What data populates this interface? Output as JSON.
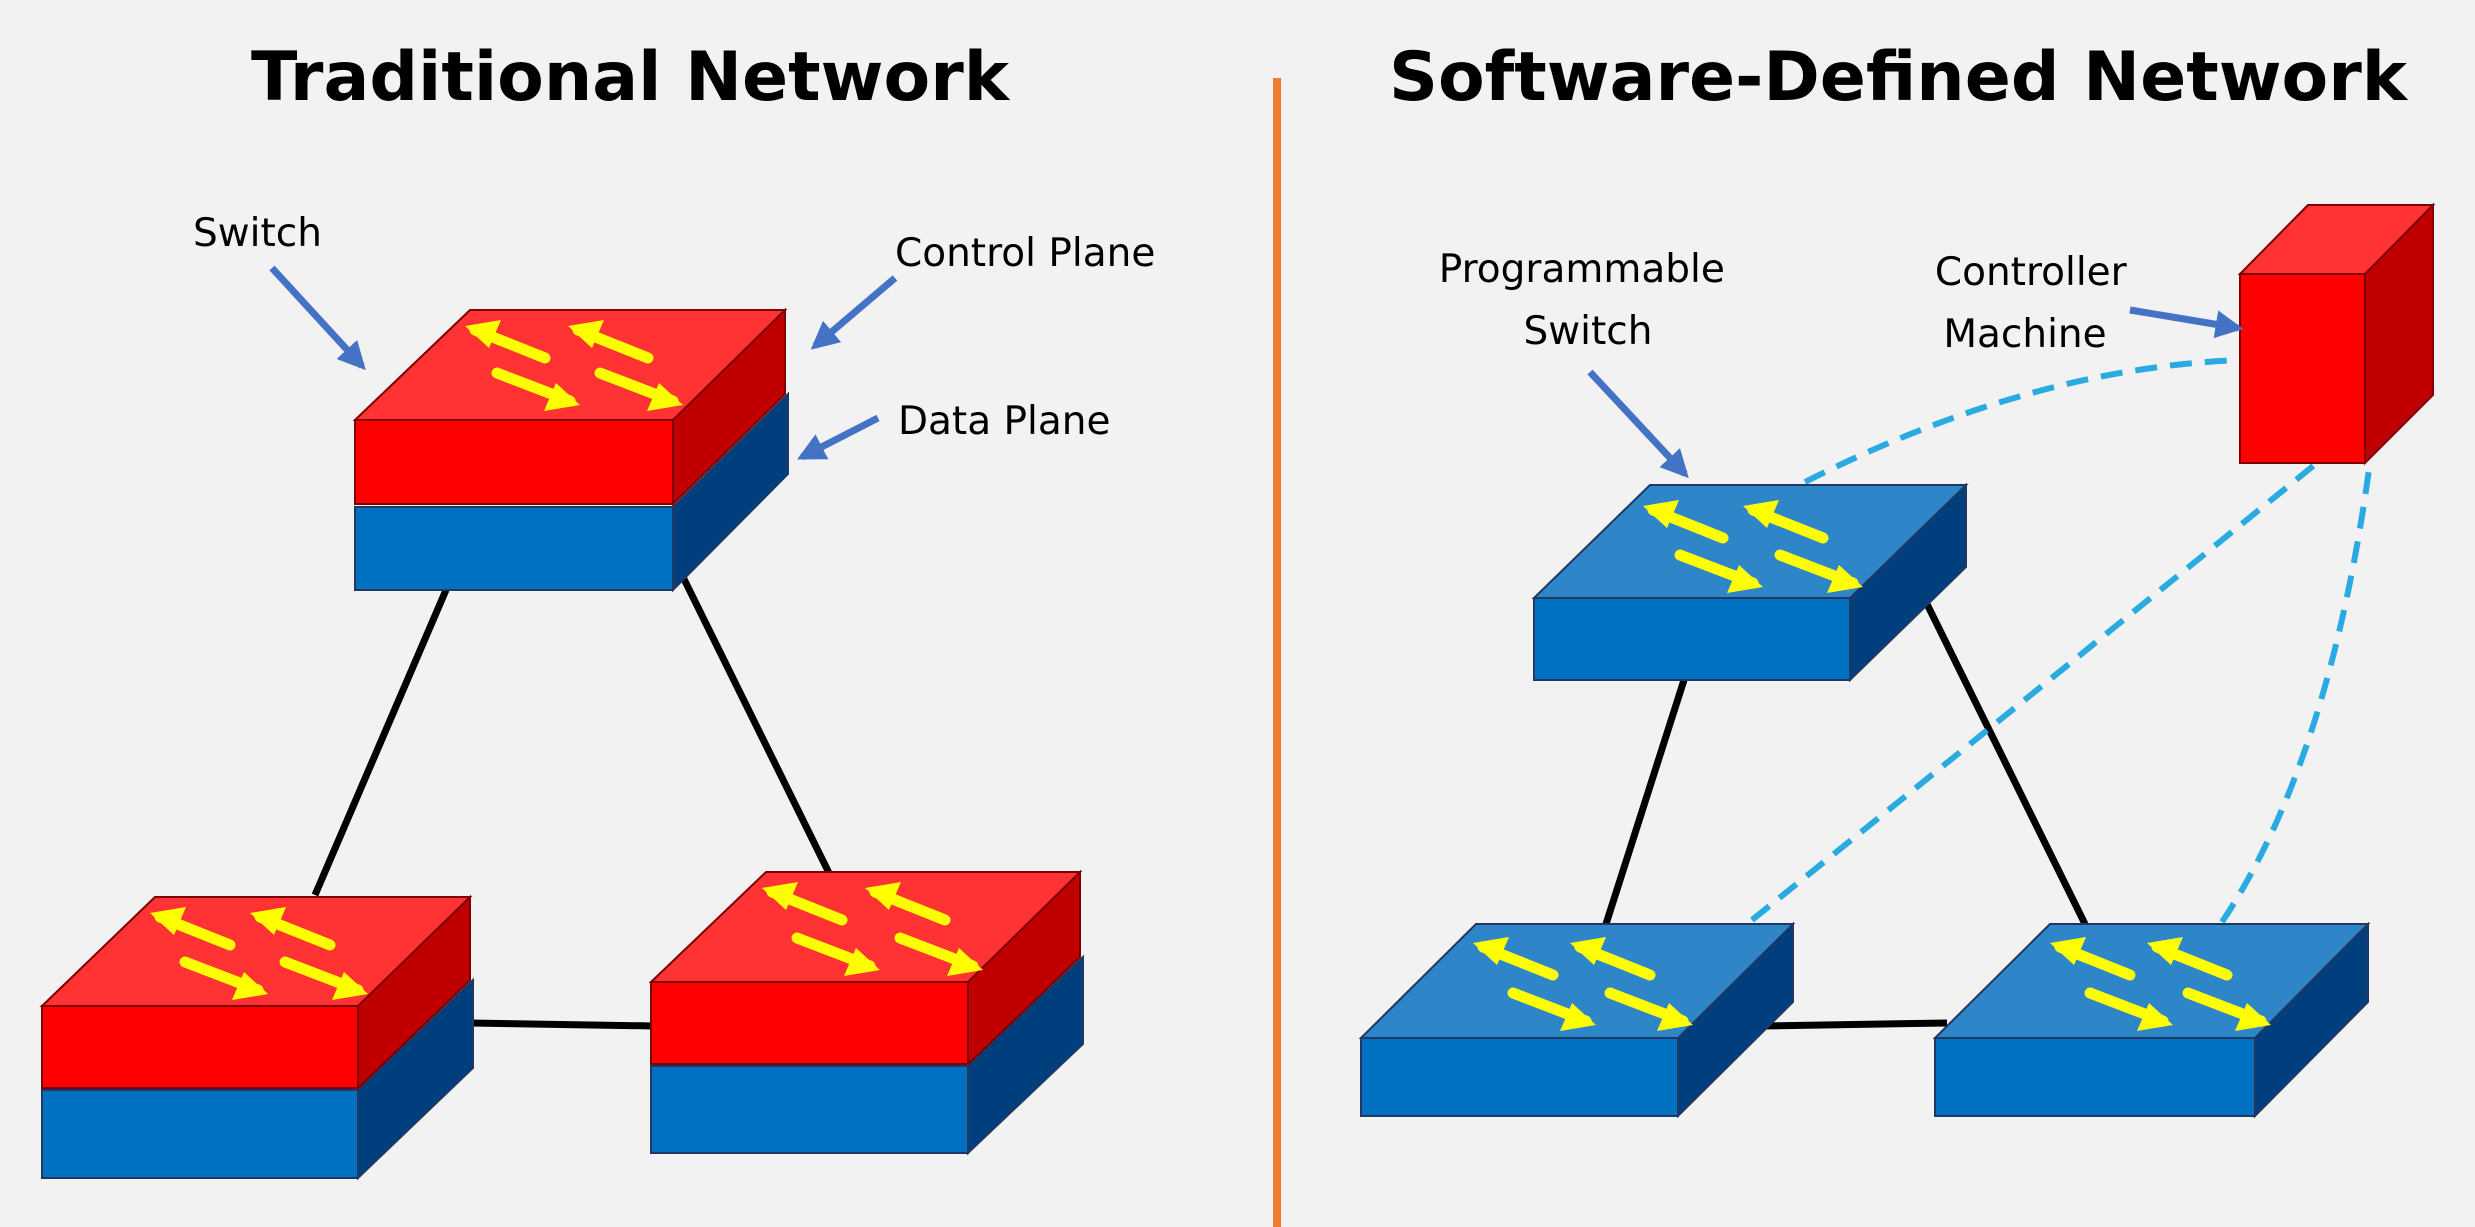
{
  "colors": {
    "background": "#f2f2f2",
    "divider": "#ed7d31",
    "control_plane_red": "#ff0000",
    "data_plane_blue": "#0070c0",
    "programmable_blue": "#2e86c9",
    "arrow_yellow": "#ffff00",
    "pointer_arrow": "#4472c4",
    "controller_link": "#29abe2"
  },
  "left_panel": {
    "title": "Traditional Network",
    "labels": {
      "switch": "Switch",
      "control_plane": "Control Plane",
      "data_plane": "Data Plane"
    }
  },
  "right_panel": {
    "title": "Software-Defined Network",
    "labels": {
      "programmable_switch_line1": "Programmable",
      "programmable_switch_line2": "Switch",
      "controller_line1": "Controller",
      "controller_line2": "Machine"
    }
  },
  "icons": [
    "switch-icon",
    "programmable-switch-icon",
    "controller-machine-icon",
    "traffic-arrows-icon"
  ]
}
